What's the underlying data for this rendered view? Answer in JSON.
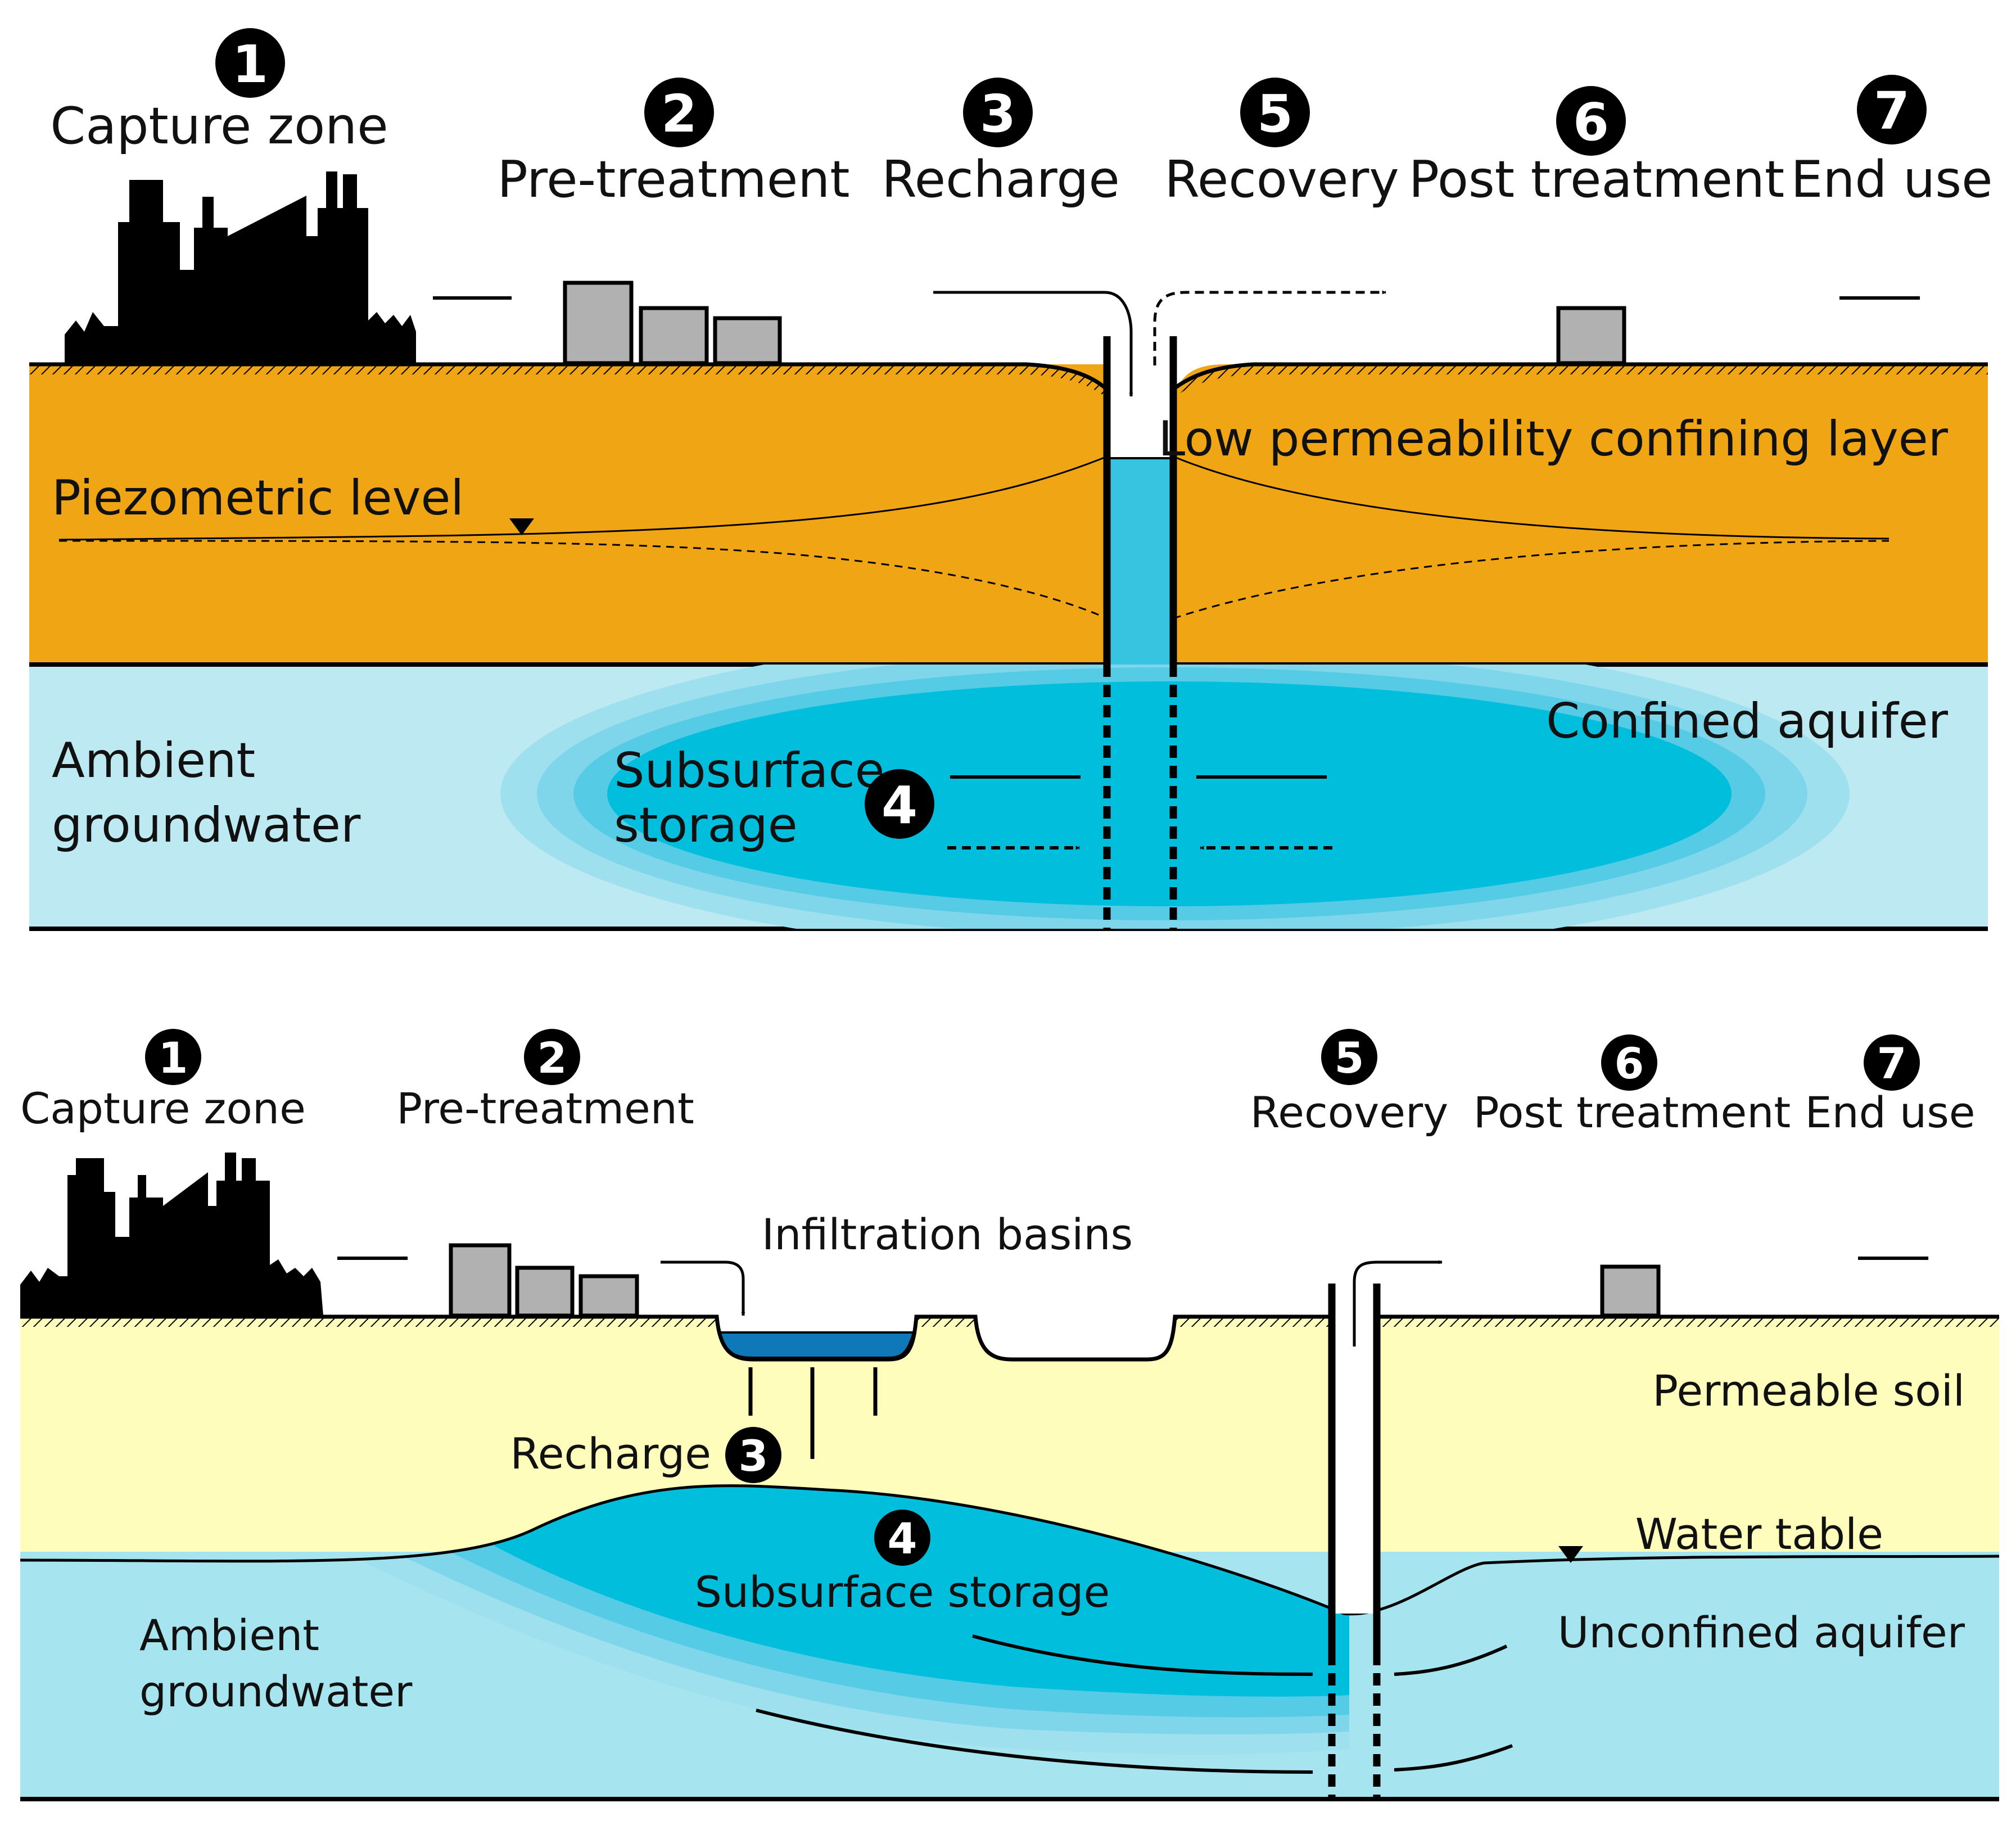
{
  "colors": {
    "confining_layer": "#efa514",
    "confined_aquifer": "#bde9f2",
    "storage_core": "#00bedc",
    "permeable_soil": "#fffdbc",
    "unconfined_aquifer": "#a6e5ef",
    "basin_water": "#0f78b8",
    "building": "#b1b1b1",
    "city_silhouette": "#000000"
  },
  "top_panel": {
    "steps": [
      {
        "num": "1",
        "label": "Capture zone"
      },
      {
        "num": "2",
        "label": "Pre-treatment"
      },
      {
        "num": "3",
        "label": "Recharge"
      },
      {
        "num": "5",
        "label": "Recovery"
      },
      {
        "num": "6",
        "label": "Post treatment"
      },
      {
        "num": "7",
        "label": "End use"
      }
    ],
    "piezometric_label": "Piezometric level",
    "confining_label": "Low permeability confining layer",
    "aquifer_label": "Confined aquifer",
    "ambient_line1": "Ambient",
    "ambient_line2": "groundwater",
    "storage_line1": "Subsurface",
    "storage_line2": "storage",
    "storage_num": "4"
  },
  "bottom_panel": {
    "steps": [
      {
        "num": "1",
        "label": "Capture zone"
      },
      {
        "num": "2",
        "label": "Pre-treatment"
      },
      {
        "num": "5",
        "label": "Recovery"
      },
      {
        "num": "6",
        "label": "Post treatment"
      },
      {
        "num": "7",
        "label": "End use"
      }
    ],
    "basins_label": "Infiltration basins",
    "recharge_label": "Recharge",
    "recharge_num": "3",
    "permeable_label": "Permeable soil",
    "water_table_label": "Water table",
    "storage_num": "4",
    "storage_label": "Subsurface storage",
    "unconfined_label": "Unconfined aquifer",
    "ambient_line1": "Ambient",
    "ambient_line2": "groundwater"
  }
}
